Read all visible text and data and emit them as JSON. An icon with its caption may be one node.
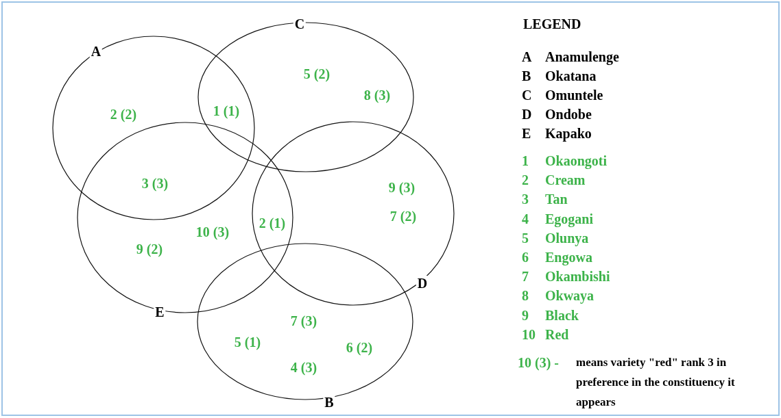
{
  "diagram": {
    "nodes": [
      {
        "text": [
          "C"
        ]
      },
      {
        "text": [
          "A"
        ]
      },
      {
        "text": [
          "E"
        ]
      },
      {
        "text": [
          "D"
        ]
      },
      {
        "text": [
          "B"
        ]
      }
    ],
    "labels": [
      "5 (2)",
      "2 (2)",
      "1 (1)",
      "8 (3)",
      "3 (3)",
      "9 (3)",
      "7 (2)",
      "2 (1)",
      "10 (3)",
      "9 (2)",
      "7 (3)",
      "5 (1)",
      "6 (2)",
      "4 (3)",
      "LEGEND",
      "A",
      "Anamulenge",
      "B",
      "Okatana",
      "C",
      "Omuntele",
      "D",
      "Ondobe",
      "E",
      "Kapako",
      "1",
      "Okaongoti",
      "2",
      "Cream",
      "3",
      "Tan",
      "4",
      "Egogani",
      "5",
      "Olunya",
      "6",
      "Engowa",
      "7",
      "Okambishi",
      "8",
      "Okwaya",
      "9",
      "Black",
      "10",
      "Red",
      "10 (3) -",
      "means variety \"red\" rank 3 in preference in the constituency it appears"
    ]
  }
}
